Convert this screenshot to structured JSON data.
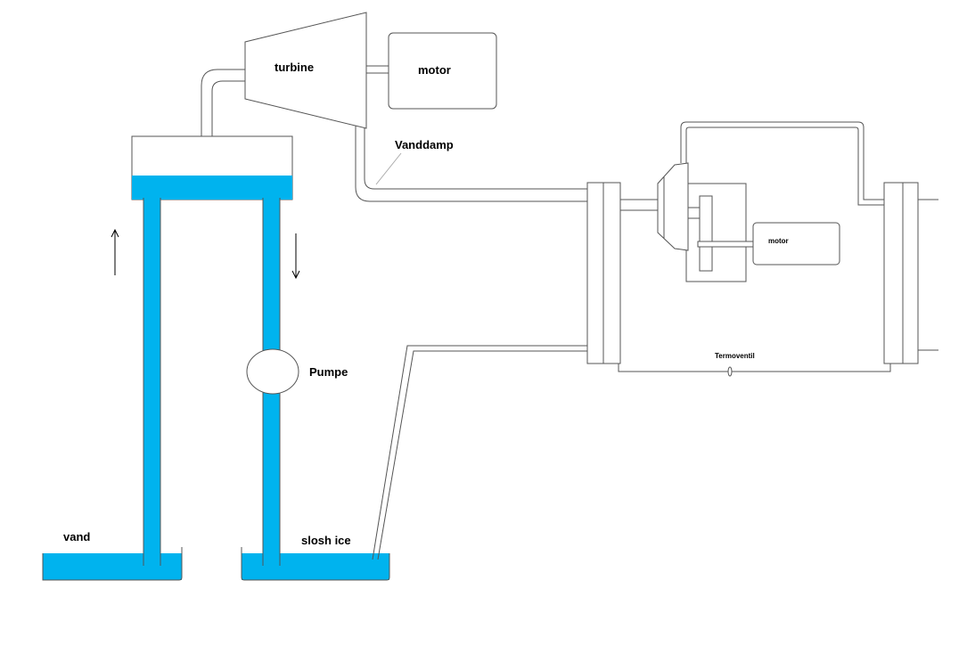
{
  "labels": {
    "turbine": "turbine",
    "motor_top": "motor",
    "vanddamp": "Vanddamp",
    "motor_small": "motor",
    "termoventil": "Termoventil",
    "pumpe": "Pumpe",
    "vand": "vand",
    "slosh_ice": "slosh ice"
  },
  "colors": {
    "water": "#00b3ee",
    "outline": "#555555",
    "background": "#ffffff"
  },
  "arrows": {
    "left_column": "up-arrow",
    "right_column": "down-arrow"
  }
}
